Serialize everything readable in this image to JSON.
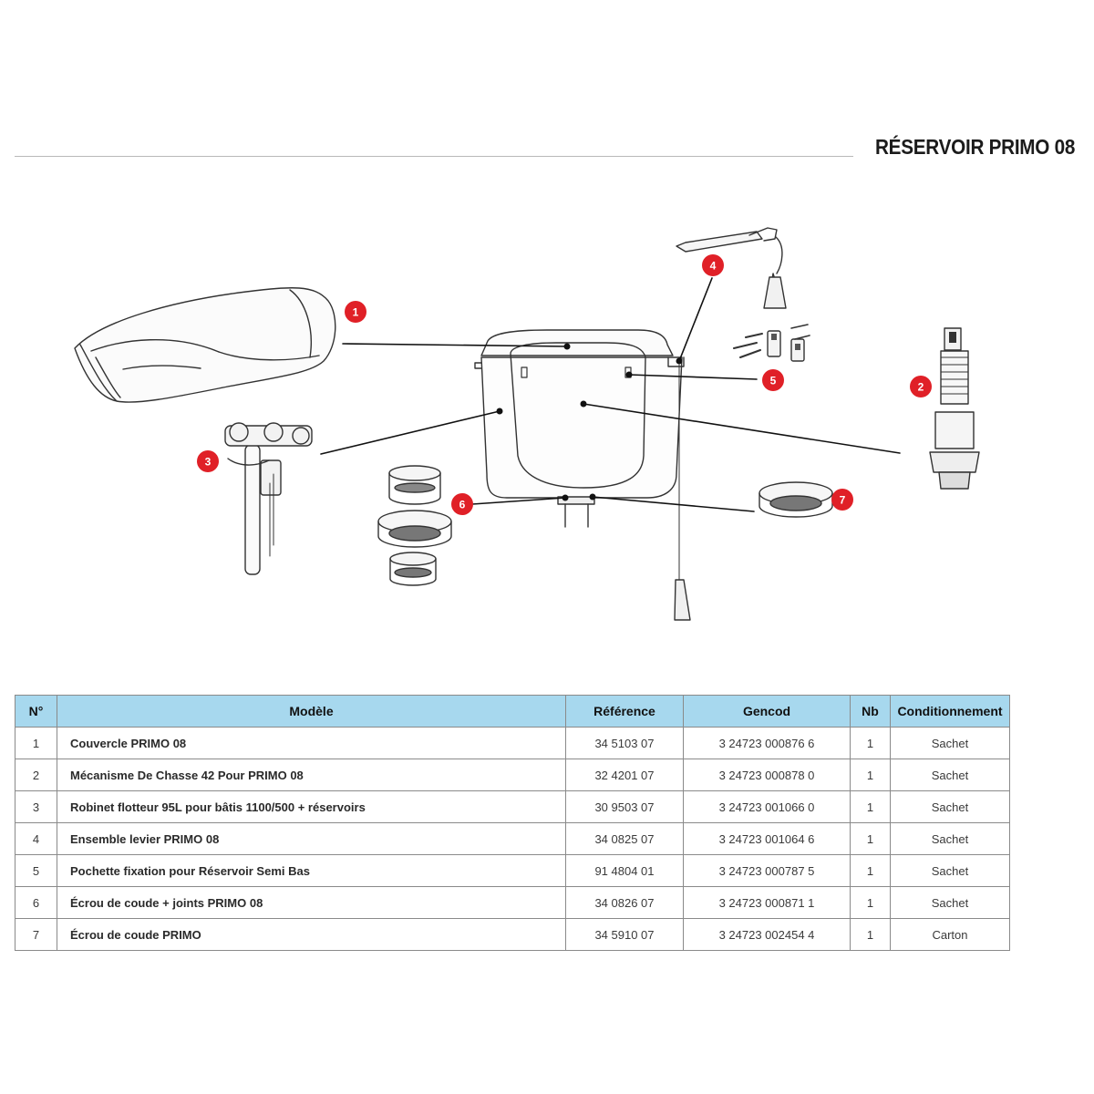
{
  "header": {
    "title": "RÉSERVOIR PRIMO 08"
  },
  "diagram": {
    "callouts": [
      "1",
      "2",
      "3",
      "4",
      "5",
      "6",
      "7"
    ],
    "badge_color": "#e02027"
  },
  "table": {
    "header_color": "#a7d8ee",
    "columns": [
      "N°",
      "Modèle",
      "Référence",
      "Gencod",
      "Nb",
      "Conditionnement"
    ],
    "rows": [
      {
        "n": "1",
        "model": "Couvercle PRIMO 08",
        "ref": "34 5103 07",
        "gencod": "3 24723 000876 6",
        "nb": "1",
        "cond": "Sachet"
      },
      {
        "n": "2",
        "model": "Mécanisme De Chasse 42 Pour PRIMO 08",
        "ref": "32 4201 07",
        "gencod": "3 24723 000878 0",
        "nb": "1",
        "cond": "Sachet"
      },
      {
        "n": "3",
        "model": "Robinet flotteur 95L pour bâtis 1100/500 + réservoirs",
        "ref": "30 9503 07",
        "gencod": "3 24723 001066 0",
        "nb": "1",
        "cond": "Sachet"
      },
      {
        "n": "4",
        "model": "Ensemble levier PRIMO 08",
        "ref": "34 0825 07",
        "gencod": "3 24723 001064 6",
        "nb": "1",
        "cond": "Sachet"
      },
      {
        "n": "5",
        "model": "Pochette fixation pour Réservoir Semi Bas",
        "ref": "91 4804 01",
        "gencod": "3 24723 000787 5",
        "nb": "1",
        "cond": "Sachet"
      },
      {
        "n": "6",
        "model": "Écrou de coude + joints PRIMO 08",
        "ref": "34 0826 07",
        "gencod": "3 24723 000871 1",
        "nb": "1",
        "cond": "Sachet"
      },
      {
        "n": "7",
        "model": "Écrou de coude PRIMO",
        "ref": "34 5910 07",
        "gencod": "3 24723 002454 4",
        "nb": "1",
        "cond": "Carton"
      }
    ]
  }
}
